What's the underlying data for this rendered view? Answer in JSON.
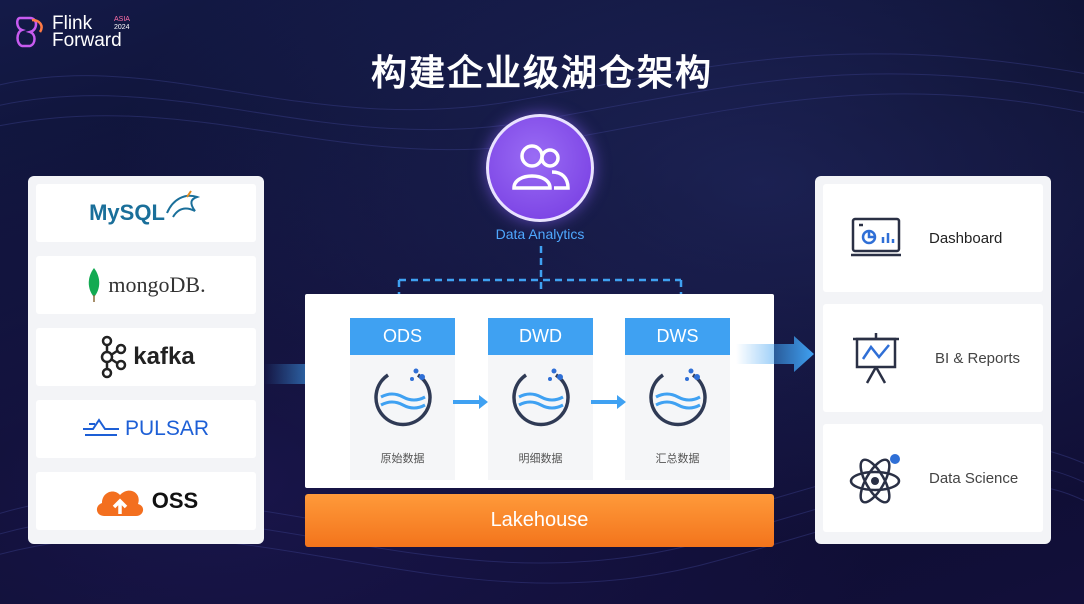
{
  "brand": {
    "line1": "Flink",
    "line2": "Forward",
    "tag_line1": "ASIA",
    "tag_line2": "2024"
  },
  "title": "构建企业级湖仓架构",
  "analytics": {
    "label": "Data Analytics"
  },
  "sources": [
    {
      "name": "MySQL",
      "icon": "mysql-dolphin-icon",
      "color": "#1a6f9a"
    },
    {
      "name": "mongoDB.",
      "icon": "mongodb-leaf-icon",
      "color": "#333333"
    },
    {
      "name": "kafka",
      "icon": "kafka-icon",
      "color": "#222222"
    },
    {
      "name": "PULSAR",
      "icon": "pulsar-icon",
      "color": "#1d5fd6"
    },
    {
      "name": "OSS",
      "icon": "cloud-icon",
      "color": "#111111"
    }
  ],
  "layers": [
    {
      "name": "ODS",
      "caption": "原始数据"
    },
    {
      "name": "DWD",
      "caption": "明细数据"
    },
    {
      "name": "DWS",
      "caption": "汇总数据"
    }
  ],
  "storage": {
    "label": "Lakehouse"
  },
  "outputs": [
    {
      "label": "Dashboard",
      "icon": "dashboard-icon"
    },
    {
      "label": "BI & Reports",
      "icon": "chart-easel-icon"
    },
    {
      "label": "Data Science",
      "icon": "atom-icon"
    }
  ],
  "colors": {
    "layer_header": "#3fa1f2",
    "lakehouse": "#f3741c",
    "analytics": "#7439e0",
    "flow_arrow": "#3fa1f2"
  }
}
